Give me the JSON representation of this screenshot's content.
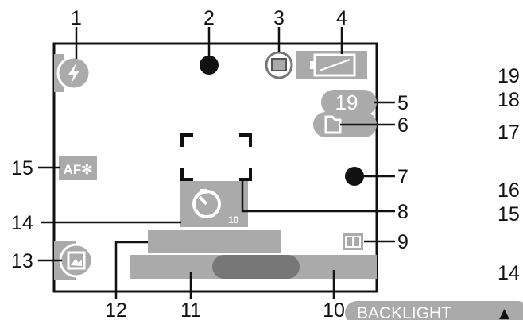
{
  "callouts": {
    "n1": "1",
    "n2": "2",
    "n3": "3",
    "n4": "4",
    "n5": "5",
    "n6": "6",
    "n7": "7",
    "n8": "8",
    "n9": "9",
    "n10": "10",
    "n11": "11",
    "n12": "12",
    "n13": "13",
    "n14": "14",
    "n15": "15"
  },
  "screen": {
    "remaining_shots": "19",
    "af_assist_label": "AF✻",
    "self_timer_value": "10"
  },
  "side_numbers": [
    "19",
    "18",
    "17",
    "16",
    "15",
    "14"
  ],
  "bottom_bar": {
    "label": "BACKLIGHT",
    "arrow": "▲"
  },
  "icons": {
    "flash": "flash-icon",
    "self_timer": "self-timer-icon",
    "battery": "battery-icon",
    "card": "memory-card-icon",
    "quality": "picture-quality-icon",
    "camera": "camera-mode-icon",
    "album": "album-icon",
    "backlight": "backlight-icon"
  },
  "colors": {
    "grey": "#aaaaaa",
    "dark_grey": "#777777",
    "black": "#111111"
  }
}
